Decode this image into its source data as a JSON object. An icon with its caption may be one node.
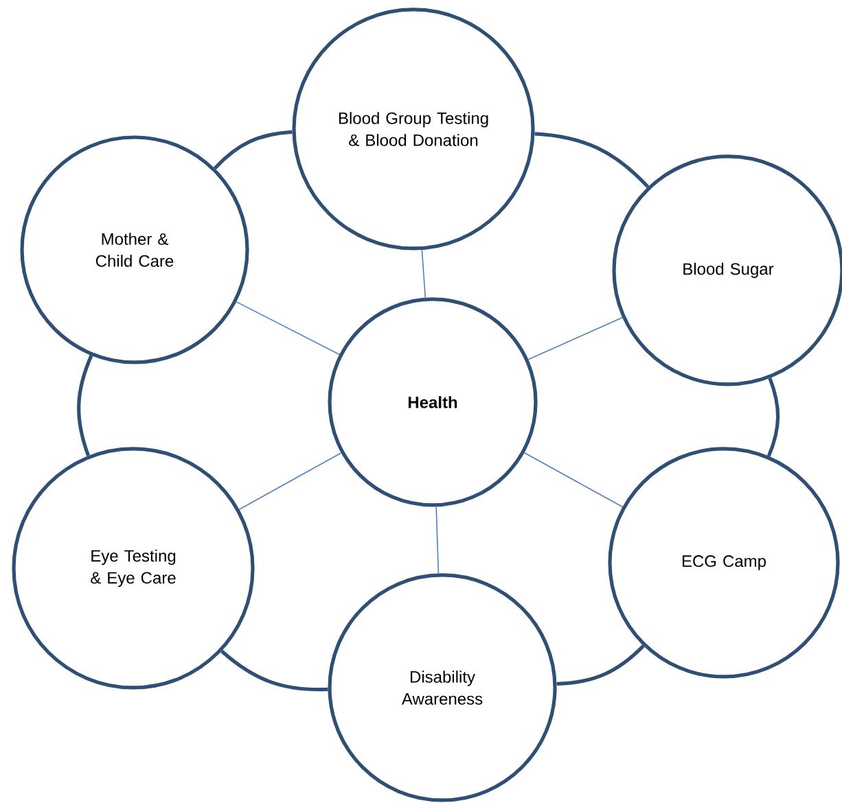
{
  "diagram": {
    "nodes": [
      {
        "text": [
          "Blood Group Testing & Blood Donation"
        ]
      },
      {
        "text": [
          "Mother & Child Care"
        ]
      },
      {
        "text": [
          "Blood Sugar"
        ]
      },
      {
        "text": [
          "**Health**"
        ]
      },
      {
        "text": [
          "Eye Testing & Eye Care"
        ]
      },
      {
        "text": [
          "ECG Camp"
        ]
      },
      {
        "text": [
          "Disability Awareness"
        ]
      }
    ],
    "edges": [
      {
        "from": 0,
        "to": 2,
        "arrow": "none",
        "style": "thick",
        "color": "#2f4f75"
      },
      {
        "from": 2,
        "to": 5,
        "arrow": "none",
        "style": "thick",
        "color": "#2f4f75"
      },
      {
        "from": 5,
        "to": 6,
        "arrow": "none",
        "style": "thick",
        "color": "#2f4f75"
      },
      {
        "from": 6,
        "to": 4,
        "arrow": "none",
        "style": "thick",
        "color": "#2f4f75"
      },
      {
        "from": 4,
        "to": 1,
        "arrow": "none",
        "style": "thick",
        "color": "#2f4f75"
      },
      {
        "from": 1,
        "to": 0,
        "arrow": "none",
        "style": "thick",
        "color": "#2f4f75"
      },
      {
        "from": 3,
        "to": 0,
        "arrow": "none"
      },
      {
        "from": 3,
        "to": 1,
        "arrow": "none"
      },
      {
        "from": 3,
        "to": 2,
        "arrow": "none"
      },
      {
        "from": 3,
        "to": 4,
        "arrow": "none"
      },
      {
        "from": 3,
        "to": 5,
        "arrow": "none"
      },
      {
        "from": 3,
        "to": 6,
        "arrow": "none"
      }
    ]
  }
}
